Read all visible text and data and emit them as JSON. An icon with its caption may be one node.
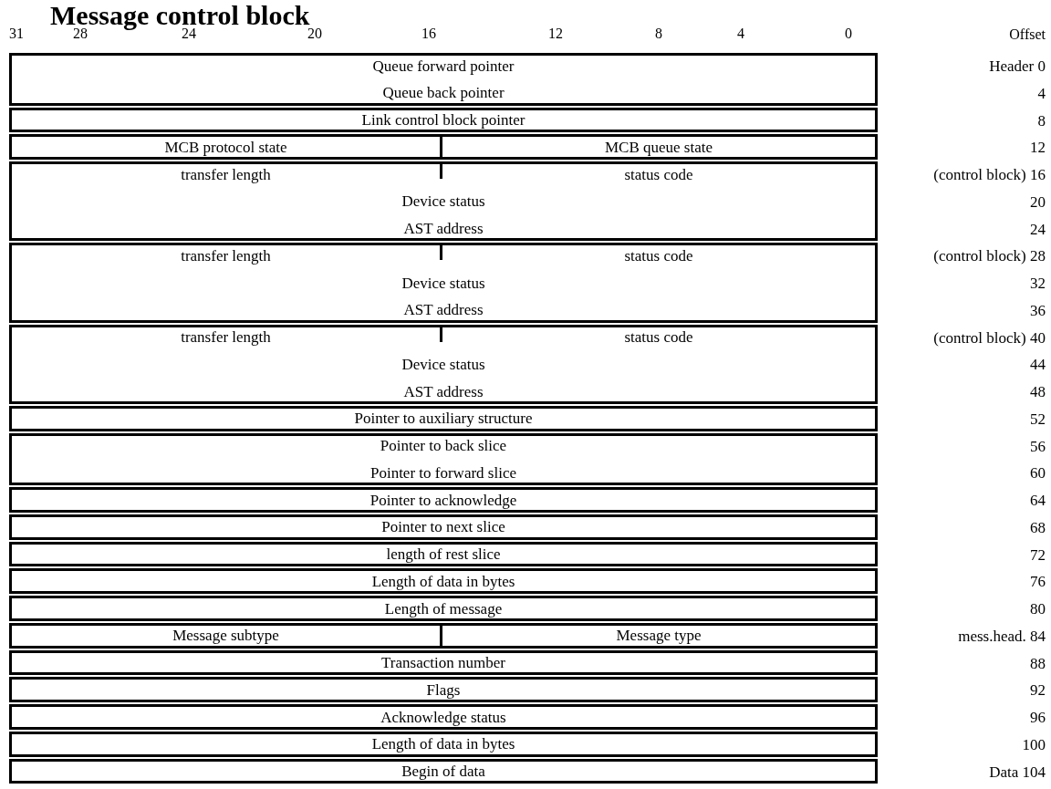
{
  "diagram": {
    "title": "Message control block",
    "nodes": [
      {
        "text": [
          "Queue forward pointer"
        ]
      },
      {
        "text": [
          "Queue back pointer"
        ]
      },
      {
        "text": [
          "Link control block pointer"
        ]
      },
      {
        "text": [
          "MCB protocol state"
        ]
      },
      {
        "text": [
          "MCB queue state"
        ]
      },
      {
        "text": [
          "transfer length"
        ]
      },
      {
        "text": [
          "status code"
        ]
      },
      {
        "text": [
          "Device status"
        ]
      },
      {
        "text": [
          "AST address"
        ]
      },
      {
        "text": [
          "transfer length"
        ]
      },
      {
        "text": [
          "status code"
        ]
      },
      {
        "text": [
          "Device status"
        ]
      },
      {
        "text": [
          "AST address"
        ]
      },
      {
        "text": [
          "transfer length"
        ]
      },
      {
        "text": [
          "status code"
        ]
      },
      {
        "text": [
          "Device status"
        ]
      },
      {
        "text": [
          "AST address"
        ]
      },
      {
        "text": [
          "Pointer to auxiliary structure"
        ]
      },
      {
        "text": [
          "Pointer to back slice"
        ]
      },
      {
        "text": [
          "Pointer to forward slice"
        ]
      },
      {
        "text": [
          "Pointer to acknowledge"
        ]
      },
      {
        "text": [
          "Pointer to next slice"
        ]
      },
      {
        "text": [
          "length of rest slice"
        ]
      },
      {
        "text": [
          "Length of data in bytes"
        ]
      },
      {
        "text": [
          "Length of message"
        ]
      },
      {
        "text": [
          "Message subtype"
        ]
      },
      {
        "text": [
          "Message type"
        ]
      },
      {
        "text": [
          "Transaction number"
        ]
      },
      {
        "text": [
          "Flags"
        ]
      },
      {
        "text": [
          "Acknowledge status"
        ]
      },
      {
        "text": [
          "Length of data in bytes"
        ]
      },
      {
        "text": [
          "Begin of data"
        ]
      }
    ],
    "labels": [
      "31",
      "28",
      "24",
      "20",
      "16",
      "12",
      "8",
      "4",
      "0",
      "Offset",
      "Header 0",
      "4",
      "8",
      "12",
      "(control block) 16",
      "20",
      "24",
      "(control block) 28",
      "32",
      "36",
      "(control block) 40",
      "44",
      "48",
      "52",
      "56",
      "60",
      "64",
      "68",
      "72",
      "76",
      "80",
      "mess.head. 84",
      "88",
      "92",
      "96",
      "100",
      "Data 104"
    ]
  }
}
